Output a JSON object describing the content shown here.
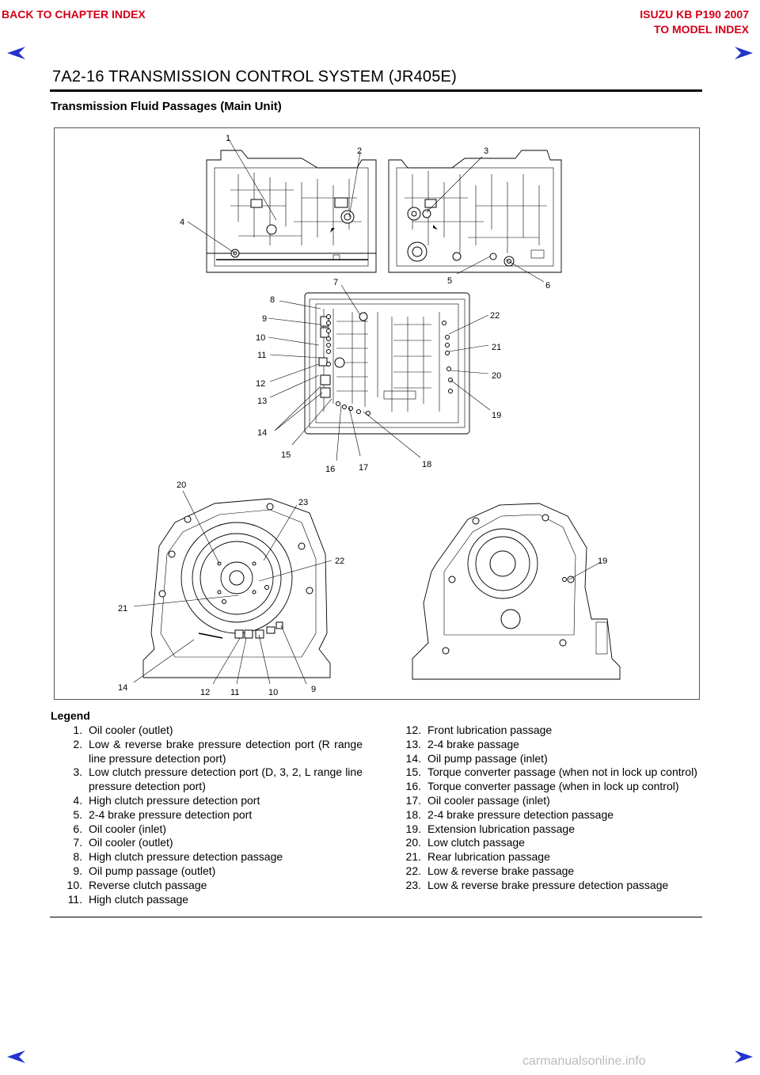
{
  "nav": {
    "back_chapter": "BACK TO CHAPTER INDEX",
    "model": "ISUZU KB P190 2007",
    "to_model": "TO MODEL INDEX",
    "accent": "#d4001a",
    "arrow_color": "#2233cc"
  },
  "header": {
    "title": "7A2-16   TRANSMISSION CONTROL SYSTEM (JR405E)"
  },
  "section": {
    "subtitle": "Transmission Fluid Passages (Main Unit)"
  },
  "figure": {
    "labels": [
      "1",
      "2",
      "3",
      "4",
      "5",
      "6",
      "7",
      "8",
      "9",
      "10",
      "11",
      "12",
      "13",
      "14",
      "15",
      "16",
      "17",
      "18",
      "19",
      "20",
      "21",
      "22",
      "23"
    ],
    "lower_left_labels": [
      "20",
      "23",
      "22",
      "21",
      "14",
      "12",
      "11",
      "10",
      "9"
    ],
    "lower_right_label": "19"
  },
  "legend": {
    "heading": "Legend",
    "left": [
      {
        "num": "1.",
        "text": "Oil cooler (outlet)"
      },
      {
        "num": "2.",
        "text": "Low & reverse brake pressure detection port (R range line pressure detection port)"
      },
      {
        "num": "3.",
        "text": "Low clutch pressure detection port (D, 3, 2, L range line pressure detection port)"
      },
      {
        "num": "4.",
        "text": "High clutch pressure detection port"
      },
      {
        "num": "5.",
        "text": "2-4 brake pressure detection port"
      },
      {
        "num": "6.",
        "text": "Oil cooler (inlet)"
      },
      {
        "num": "7.",
        "text": "Oil cooler (outlet)"
      },
      {
        "num": "8.",
        "text": "High clutch pressure detection passage"
      },
      {
        "num": "9.",
        "text": "Oil pump passage (outlet)"
      },
      {
        "num": "10.",
        "text": "Reverse clutch passage"
      },
      {
        "num": "11.",
        "text": "High clutch passage"
      }
    ],
    "right": [
      {
        "num": "12.",
        "text": "Front lubrication passage"
      },
      {
        "num": "13.",
        "text": "2-4 brake passage"
      },
      {
        "num": "14.",
        "text": "Oil pump passage (inlet)"
      },
      {
        "num": "15.",
        "text": "Torque converter passage (when not in lock up control)"
      },
      {
        "num": "16.",
        "text": "Torque converter passage (when in lock up control)"
      },
      {
        "num": "17.",
        "text": "Oil cooler passage (inlet)"
      },
      {
        "num": "18.",
        "text": "2-4 brake pressure detection passage"
      },
      {
        "num": "19.",
        "text": "Extension lubrication passage"
      },
      {
        "num": "20.",
        "text": "Low clutch passage"
      },
      {
        "num": "21.",
        "text": "Rear lubrication passage"
      },
      {
        "num": "22.",
        "text": "Low & reverse brake passage"
      },
      {
        "num": "23.",
        "text": "Low & reverse brake pressure detection passage"
      }
    ]
  },
  "footer": {
    "watermark": "carmanualsonline.info"
  }
}
